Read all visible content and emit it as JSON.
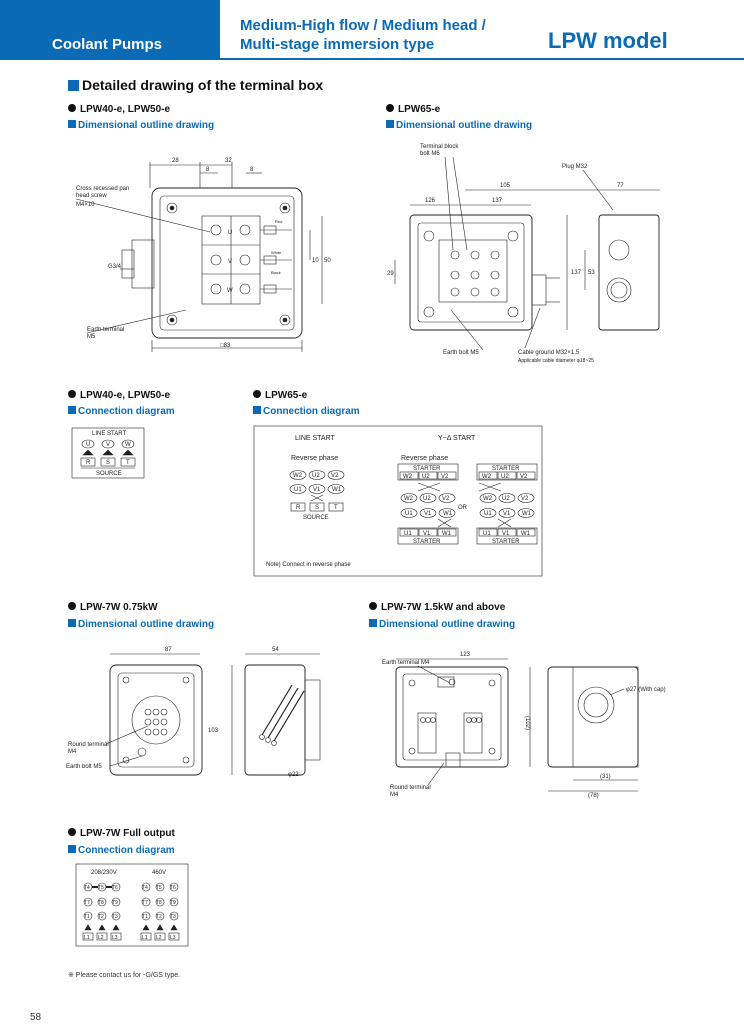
{
  "header": {
    "category": "Coolant Pumps",
    "subtitle_line1": "Medium-High flow / Medium head /",
    "subtitle_line2": "Multi-stage immersion type",
    "model": "LPW model"
  },
  "section_title": "Detailed drawing of the terminal box",
  "blocks": {
    "a_title": "LPW40-e, LPW50-e",
    "a_sub": "Dimensional outline drawing",
    "b_title": "LPW65-e",
    "b_sub": "Dimensional outline drawing",
    "c_title": "LPW40-e, LPW50-e",
    "c_sub": "Connection diagram",
    "d_title": "LPW65-e",
    "d_sub": "Connection diagram",
    "e_title": "LPW-7W 0.75kW",
    "e_sub": "Dimensional outline drawing",
    "f_title": "LPW-7W 1.5kW and above",
    "f_sub": "Dimensional outline drawing",
    "g_title": "LPW-7W Full output",
    "g_sub": "Connection diagram"
  },
  "drawing_a": {
    "dim_28": "28",
    "dim_32": "32",
    "dim_8a": "8",
    "dim_8b": "8",
    "screw_label1": "Cross recessed pan",
    "screw_label2": "head screw",
    "screw_size": "M4×10",
    "g34": "G3/4",
    "earth_label": "Earth terminal",
    "earth_size": "M5",
    "dim_83": "□83",
    "dim_10": "10",
    "dim_50": "50",
    "wire_red": "Red",
    "wire_white": "White",
    "wire_black": "Black",
    "u": "U",
    "v": "V",
    "w": "W"
  },
  "drawing_b": {
    "tb_label1": "Terminal block",
    "tb_label2": "bolt   M6",
    "plug": "Plug   M32",
    "dim_105": "105",
    "dim_77": "77",
    "dim_126": "126",
    "dim_137a": "137",
    "dim_29": "29",
    "dim_137b": "137",
    "dim_53": "53",
    "earth_bolt": "Earth bolt   M5",
    "cable_ground": "Cable ground   M32×1.5",
    "cable_diam": "Applicable cable diameter   φ18~25"
  },
  "conn_a": {
    "line_start": "LINE START",
    "top": [
      "U",
      "V",
      "W"
    ],
    "bottom": [
      "R",
      "S",
      "T"
    ],
    "source": "SOURCE"
  },
  "conn_b": {
    "line_start": "LINE  START",
    "yd_start": "Y−Δ  START",
    "reverse1": "Reverse phase",
    "reverse2": "Reverse phase",
    "starter": "STARTER",
    "or": "OR",
    "source": "SOURCE",
    "note": "Note) Connect in reverse phase",
    "w2u2v2": [
      "W2",
      "U2",
      "V2"
    ],
    "u1v1w1": [
      "U1",
      "V1",
      "W1"
    ],
    "rst": [
      "R",
      "S",
      "T"
    ]
  },
  "drawing_e": {
    "dim_87": "87",
    "dim_54": "54",
    "dim_103": "103",
    "round_terminal": "Round terminal",
    "round_size": "M4",
    "earth_bolt": "Earth bolt   M5",
    "dia_22": "φ22"
  },
  "drawing_f": {
    "earth_terminal": "Earth terminal   M4",
    "dim_123": "123",
    "dim_102": "(102)",
    "with_cap": "φ27 (With cap)",
    "dim_31": "(31)",
    "dim_78": "(78)",
    "round_terminal": "Round terminal",
    "round_size": "M4"
  },
  "conn_c": {
    "v208": "208/230V",
    "v460": "460V",
    "row1": [
      "T4",
      "T5",
      "T6"
    ],
    "row2": [
      "T7",
      "T8",
      "T9"
    ],
    "row3": [
      "T1",
      "T2",
      "T3"
    ],
    "lines": [
      "L1",
      "L2",
      "L3"
    ]
  },
  "footnote": "※ Please contact us for -G/GS type.",
  "page_number": "58",
  "colors": {
    "brand": "#0a6ab5"
  }
}
